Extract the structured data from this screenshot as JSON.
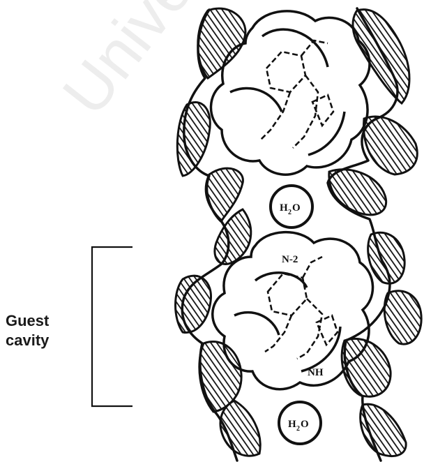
{
  "watermark": "University of",
  "guest_label": {
    "line1": "Guest",
    "line2": "cavity"
  },
  "water_upper": {
    "symbol": "H",
    "subscript": "2",
    "tail": "O"
  },
  "water_lower": {
    "symbol": "H",
    "subscript": "2",
    "tail": "O"
  },
  "atom_labels": {
    "n2": "N-2",
    "nh": "NH"
  },
  "colors": {
    "ink": "#111111",
    "background": "#ffffff"
  }
}
